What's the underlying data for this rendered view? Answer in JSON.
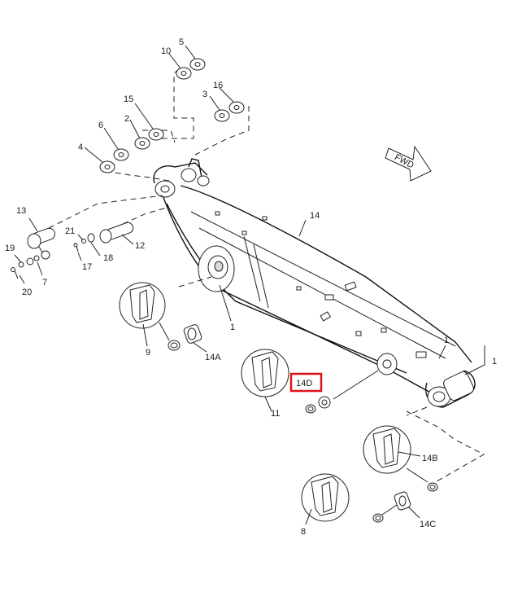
{
  "direction_arrow": {
    "text": "FWD"
  },
  "highlight": {
    "color": "#e0141e"
  },
  "callouts": {
    "c1a": "1",
    "c1b": "1",
    "c1c": "1",
    "c2": "2",
    "c3": "3",
    "c4": "4",
    "c5": "5",
    "c6": "6",
    "c7": "7",
    "c8": "8",
    "c9": "9",
    "c10": "10",
    "c11": "11",
    "c12": "12",
    "c13": "13",
    "c14": "14",
    "c14a": "14A",
    "c14b": "14B",
    "c14c": "14C",
    "c14d": "14D",
    "c15": "15",
    "c16": "16",
    "c17": "17",
    "c18": "18",
    "c19": "19",
    "c20": "20",
    "c21": "21"
  }
}
